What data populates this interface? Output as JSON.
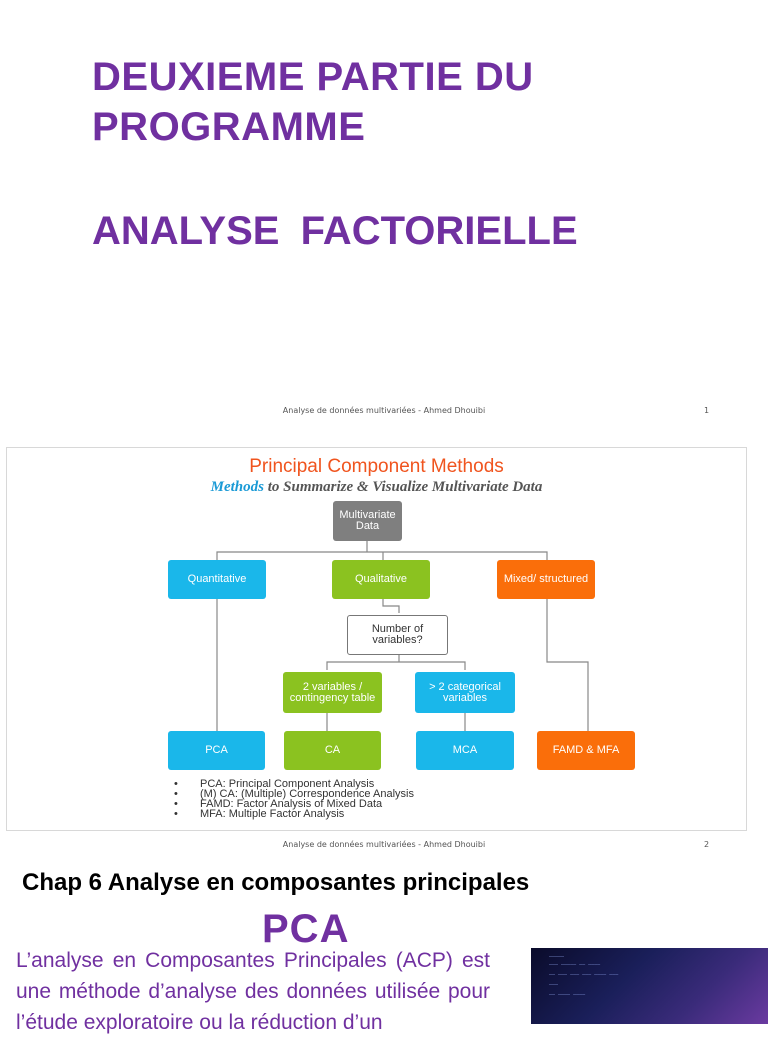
{
  "slide1": {
    "title_line1": "DEUXIEME PARTIE DU",
    "title_line2": "PROGRAMME",
    "subtitle": "ANALYSE  FACTORIELLE",
    "footer": "Analyse de données multivariées - Ahmed Dhouibi",
    "page": "1"
  },
  "slide2": {
    "title": "Principal Component Methods",
    "subtitle_emph": "Methods",
    "subtitle_rest": "to Summarize & Visualize Multivariate Data",
    "nodes": {
      "root": "Multivariate Data",
      "quantitative": "Quantitative",
      "qualitative": "Qualitative",
      "mixed": "Mixed/ structured",
      "numvars": "Number of variables?",
      "two_vars": "2 variables / contingency table",
      "gt2": "> 2 categorical variables",
      "pca": "PCA",
      "ca": "CA",
      "mca": "MCA",
      "famd": "FAMD & MFA"
    },
    "legend": [
      "PCA: Principal Component Analysis",
      "(M) CA: (Multiple) Correspondence Analysis",
      "FAMD: Factor Analysis of Mixed Data",
      "MFA: Multiple Factor Analysis"
    ],
    "footer": "Analyse de données multivariées - Ahmed Dhouibi",
    "page": "2",
    "colors": {
      "title": "#f0541e",
      "emph": "#1a9ad6",
      "gray": "#7f7f7f",
      "blue": "#1ab7ea",
      "green": "#8bc220",
      "orange": "#fa6e0a"
    }
  },
  "slide3": {
    "title": "Chap 6 Analyse en composantes principales",
    "acronym": "PCA",
    "body": "L’analyse en Composantes Principales (ACP) est une méthode  d’analyse des données  utilisée pour l’étude exploratoire ou la réduction d’un"
  }
}
